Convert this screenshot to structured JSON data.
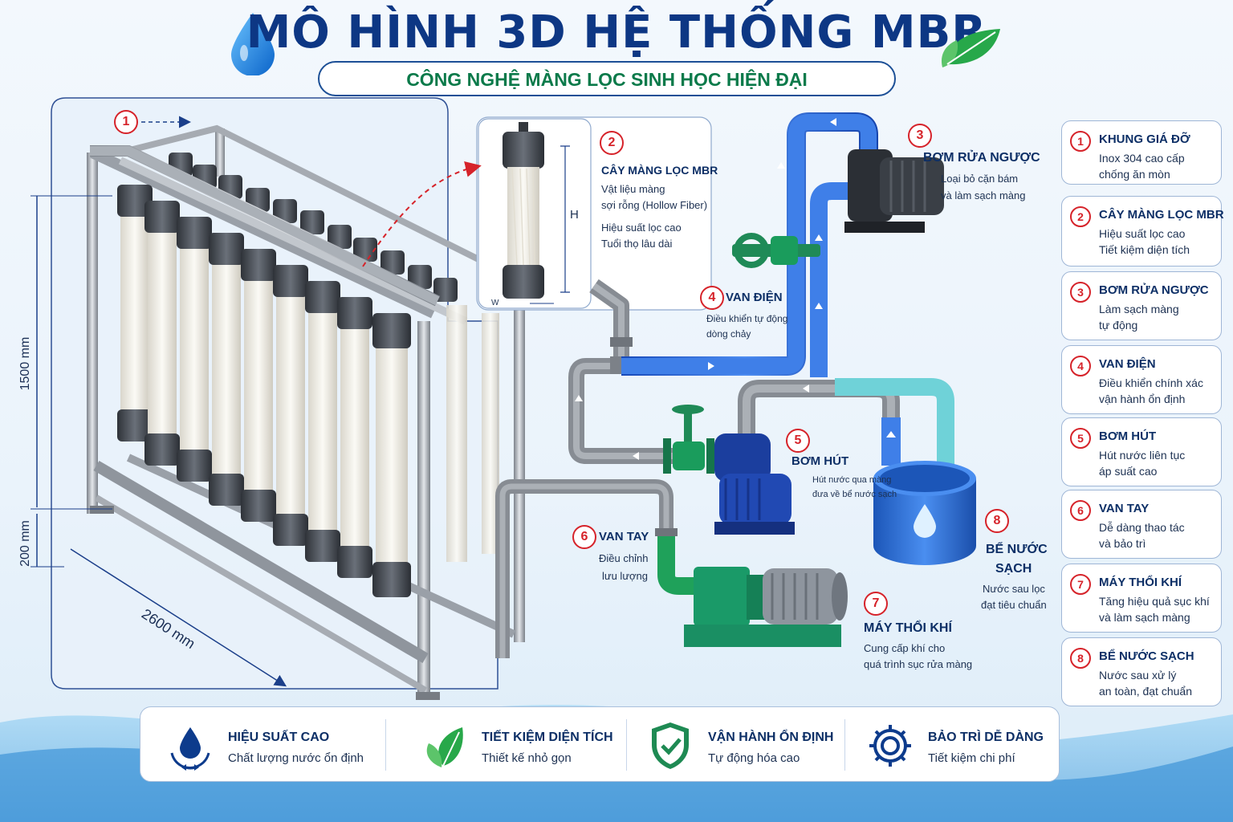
{
  "header": {
    "title": "MÔ HÌNH 3D HỆ THỐNG MBR",
    "subtitle": "CÔNG NGHỆ MÀNG LỌC SINH HỌC HIỆN ĐẠI"
  },
  "dimensions": {
    "height_main": "1500 mm",
    "height_base": "200 mm",
    "length": "2600 mm"
  },
  "membrane_detail": {
    "number": "2",
    "title": "CÂY MÀNG LỌC MBR",
    "lines": [
      "Vật liệu màng",
      "sợi rỗng (Hollow Fiber)",
      "Hiệu suất lọc cao",
      "Tuổi thọ lâu dài"
    ],
    "dim_h": "H",
    "dim_w": "W"
  },
  "frame_callout": {
    "number": "1"
  },
  "labels": {
    "backwash": {
      "number": "3",
      "title": "BƠM RỬA NGƯỢC",
      "lines": [
        "Loại bỏ cặn bám",
        "và làm sạch màng"
      ]
    },
    "valve_electric": {
      "number": "4",
      "title": "VAN ĐIỆN",
      "lines": [
        "Điều khiển tự động",
        "dòng chảy"
      ]
    },
    "suction_pump": {
      "number": "5",
      "title": "BƠM HÚT",
      "lines": [
        "Hút nước qua màng",
        "đưa về bể nước sạch"
      ]
    },
    "manual_valve": {
      "number": "6",
      "title": "VAN TAY",
      "lines": [
        "Điều chỉnh",
        "lưu lượng"
      ]
    },
    "blower": {
      "number": "7",
      "title": "MÁY THỔI KHÍ",
      "lines": [
        "Cung cấp khí cho",
        "quá trình sục rửa màng"
      ]
    },
    "tank": {
      "number": "8",
      "title_1": "BỂ NƯỚC",
      "title_2": "SẠCH",
      "lines": [
        "Nước sau lọc",
        "đạt tiêu chuẩn"
      ]
    }
  },
  "legend": [
    {
      "number": "1",
      "title": "KHUNG GIÁ ĐỠ",
      "lines": [
        "Inox 304 cao cấp",
        "chống ăn mòn"
      ]
    },
    {
      "number": "2",
      "title": "CÂY MÀNG LỌC MBR",
      "lines": [
        "Hiệu suất lọc cao",
        "Tiết kiệm diện tích"
      ]
    },
    {
      "number": "3",
      "title": "BƠM RỬA NGƯỢC",
      "lines": [
        "Làm sạch màng",
        "tự động"
      ]
    },
    {
      "number": "4",
      "title": "VAN ĐIỆN",
      "lines": [
        "Điều khiển chính xác",
        "vận hành ổn định"
      ]
    },
    {
      "number": "5",
      "title": "BƠM HÚT",
      "lines": [
        "Hút nước liên tục",
        "áp suất cao"
      ]
    },
    {
      "number": "6",
      "title": "VAN TAY",
      "lines": [
        "Dễ dàng thao tác",
        "và bảo trì"
      ]
    },
    {
      "number": "7",
      "title": "MÁY THỔI KHÍ",
      "lines": [
        "Tăng hiệu quả sục khí",
        "và làm sạch màng"
      ]
    },
    {
      "number": "8",
      "title": "BỂ NƯỚC SẠCH",
      "lines": [
        "Nước sau xử lý",
        "an toàn, đạt chuẩn"
      ]
    }
  ],
  "features": [
    {
      "icon": "water-drop-cycle-icon",
      "title": "HIỆU SUẤT CAO",
      "subtitle": "Chất lượng nước ổn định"
    },
    {
      "icon": "leaf-icon",
      "title": "TIẾT KIỆM DIỆN TÍCH",
      "subtitle": "Thiết kế nhỏ gọn"
    },
    {
      "icon": "shield-check-icon",
      "title": "VẬN HÀNH ỔN ĐỊNH",
      "subtitle": "Tự động hóa cao"
    },
    {
      "icon": "gear-icon",
      "title": "BẢO TRÌ DỄ DÀNG",
      "subtitle": "Tiết kiệm chi phí"
    }
  ],
  "colors": {
    "title": "#0d3784",
    "subtitle": "#0b7a4a",
    "accent_red": "#d6232a",
    "pipe_blue": "#2f6fe0",
    "pipe_gray": "#8d9299",
    "pipe_green": "#1fa15a",
    "pipe_cyan": "#6fd2d8"
  }
}
